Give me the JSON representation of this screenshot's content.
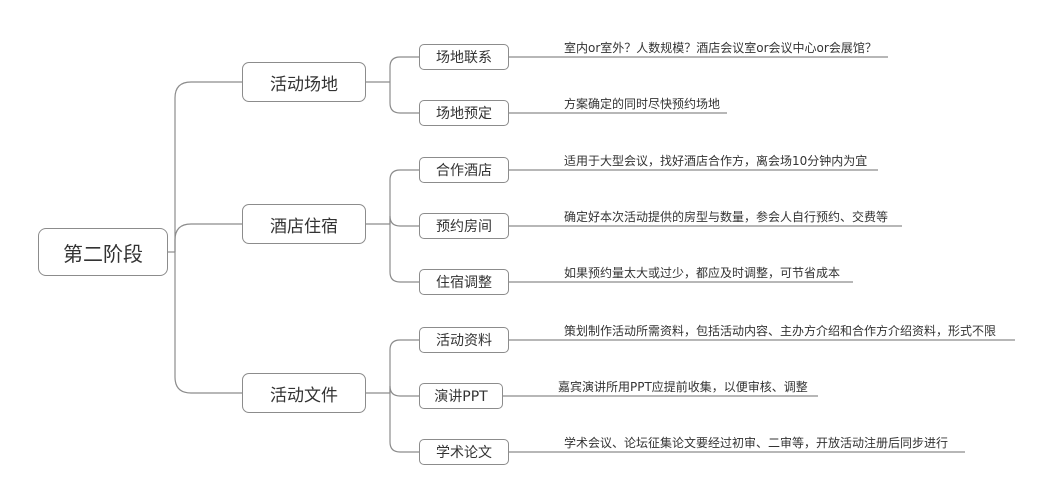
{
  "root": "第二阶段",
  "branches": [
    {
      "label": "活动场地",
      "children": [
        {
          "label": "场地联系",
          "note": "室内or室外？人数规模？酒店会议室or会议中心or会展馆？"
        },
        {
          "label": "场地预定",
          "note": "方案确定的同时尽快预约场地"
        }
      ]
    },
    {
      "label": "酒店住宿",
      "children": [
        {
          "label": "合作酒店",
          "note": "适用于大型会议，找好酒店合作方，离会场10分钟内为宜"
        },
        {
          "label": "预约房间",
          "note": "确定好本次活动提供的房型与数量，参会人自行预约、交费等"
        },
        {
          "label": "住宿调整",
          "note": "如果预约量太大或过少，都应及时调整，可节省成本"
        }
      ]
    },
    {
      "label": "活动文件",
      "children": [
        {
          "label": "活动资料",
          "note": "策划制作活动所需资料，包括活动内容、主办方介绍和合作方介绍资料，形式不限"
        },
        {
          "label": "演讲PPT",
          "note": "嘉宾演讲所用PPT应提前收集，以便审核、调整"
        },
        {
          "label": "学术论文",
          "note": "学术会议、论坛征集论文要经过初审、二审等，开放活动注册后同步进行"
        }
      ]
    }
  ],
  "colors": {
    "line": "#8c8c8c",
    "box_border": "#8c8c8c",
    "text": "#333333",
    "background": "#ffffff"
  }
}
